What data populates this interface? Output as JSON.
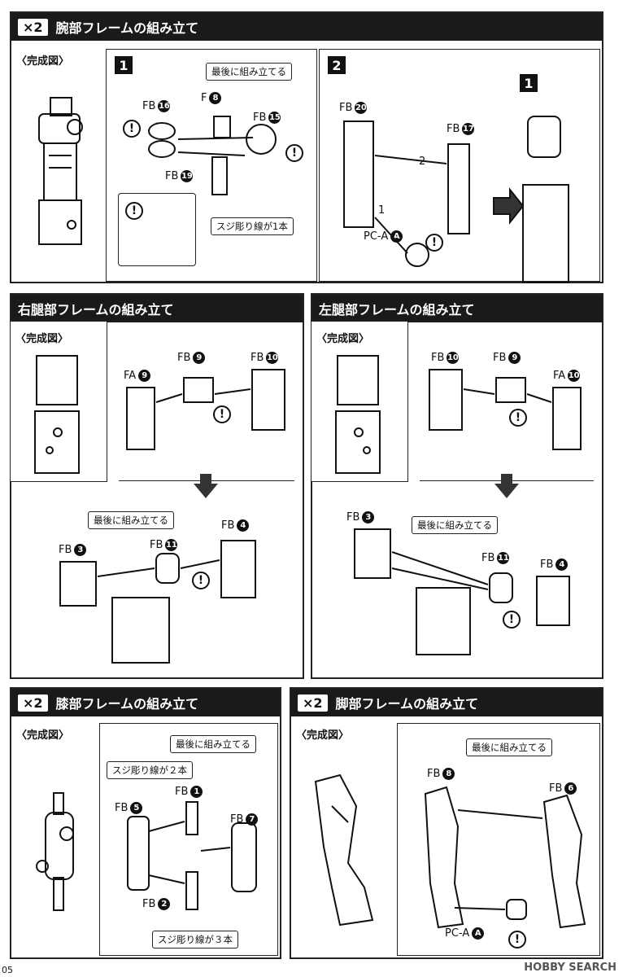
{
  "arm": {
    "multiplier": "×2",
    "title": "腕部フレームの組み立て",
    "finished": "〈完成図〉",
    "step1": "1",
    "step2": "2",
    "step1_ref": "1",
    "last_assemble": "最後に組み立てる",
    "fb16": "FB",
    "fb16_n": "16",
    "f8": "F",
    "f8_n": "8",
    "fb15": "FB",
    "fb15_n": "15",
    "fb19": "FB",
    "fb19_n": "19",
    "groove1": "スジ彫り線が1本",
    "fb20": "FB",
    "fb20_n": "20",
    "fb17": "FB",
    "fb17_n": "17",
    "order2": "2",
    "order1": "1",
    "pca": "PC-A",
    "pca_n": "A"
  },
  "right_leg": {
    "title": "右腿部フレームの組み立て",
    "finished": "〈完成図〉",
    "fa9": "FA",
    "fa9_n": "9",
    "fb9": "FB",
    "fb9_n": "9",
    "fb10": "FB",
    "fb10_n": "10",
    "last_assemble": "最後に組み立てる",
    "fb3": "FB",
    "fb3_n": "3",
    "fb11": "FB",
    "fb11_n": "11",
    "fb4": "FB",
    "fb4_n": "4"
  },
  "left_leg": {
    "title": "左腿部フレームの組み立て",
    "finished": "〈完成図〉",
    "fb10": "FB",
    "fb10_n": "10",
    "fb9": "FB",
    "fb9_n": "9",
    "fa10": "FA",
    "fa10_n": "10",
    "fb3": "FB",
    "fb3_n": "3",
    "last_assemble": "最後に組み立てる",
    "fb11": "FB",
    "fb11_n": "11",
    "fb4": "FB",
    "fb4_n": "4"
  },
  "knee": {
    "multiplier": "×2",
    "title": "膝部フレームの組み立て",
    "finished": "〈完成図〉",
    "last_assemble": "最後に組み立てる",
    "groove2": "スジ彫り線が２本",
    "fb1": "FB",
    "fb1_n": "1",
    "fb5": "FB",
    "fb5_n": "5",
    "fb7": "FB",
    "fb7_n": "7",
    "fb2": "FB",
    "fb2_n": "2",
    "groove3": "スジ彫り線が３本"
  },
  "foot": {
    "multiplier": "×2",
    "title": "脚部フレームの組み立て",
    "finished": "〈完成図〉",
    "last_assemble": "最後に組み立てる",
    "fb8": "FB",
    "fb8_n": "8",
    "fb6": "FB",
    "fb6_n": "6",
    "pca": "PC-A",
    "pca_n": "A"
  },
  "warn_mark": "!",
  "page_number": "05",
  "watermark": "HOBBY SEARCH"
}
